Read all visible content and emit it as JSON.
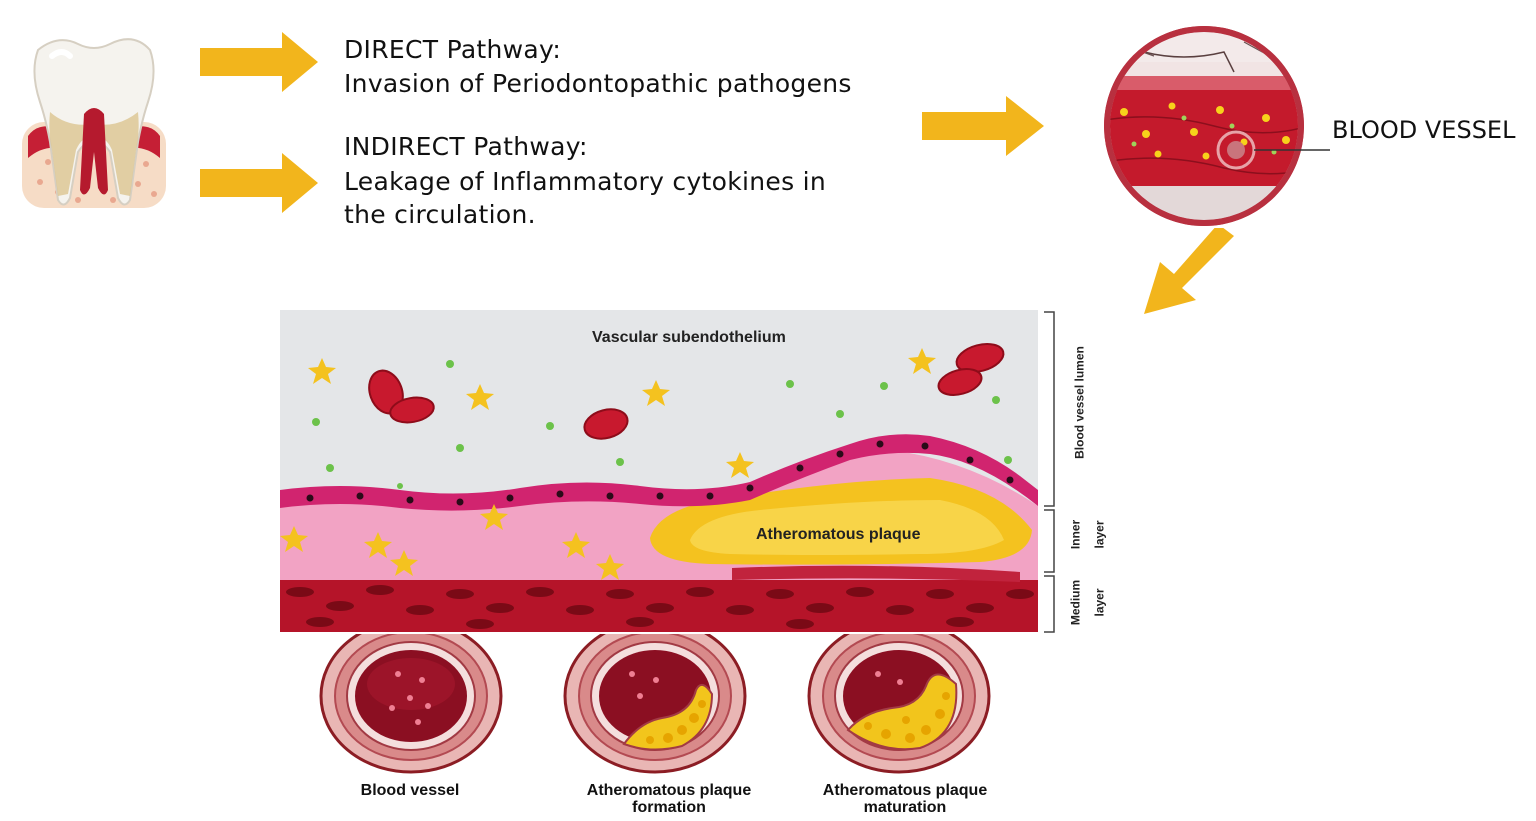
{
  "pathways": {
    "direct_title": "DIRECT Pathway:",
    "direct_desc": "Invasion of Periodontopathic pathogens",
    "indirect_title": "INDIRECT Pathway:",
    "indirect_line1": "Leakage of Inflammatory cytokines in",
    "indirect_line2": "the circulation."
  },
  "blood_vessel_label": "BLOOD VESSEL",
  "cross_section": {
    "top_label": "Vascular subendothelium",
    "plaque_label": "Atheromatous plaque",
    "side_labels": {
      "lumen": "Blood vessel lumen",
      "inner_1": "Inner",
      "inner_2": "layer",
      "medium_1": "Medium",
      "medium_2": "layer"
    }
  },
  "stages": [
    {
      "line1": "Blood vessel",
      "line2": ""
    },
    {
      "line1": "Atheromatous plaque",
      "line2": "formation"
    },
    {
      "line1": "Atheromatous plaque",
      "line2": "maturation"
    }
  ],
  "colors": {
    "arrow": "#f2b51c",
    "vessel_red": "#c0172d",
    "inner_pink": "#f2a3c4",
    "plaque_yellow": "#f4c21f",
    "lumen_bg": "#e4e6e8"
  },
  "icons": [
    "tooth-icon",
    "arrow-right-icon",
    "arrow-down-left-icon",
    "blood-vessel-magnified-icon",
    "star-icon",
    "red-blood-cell-icon"
  ]
}
